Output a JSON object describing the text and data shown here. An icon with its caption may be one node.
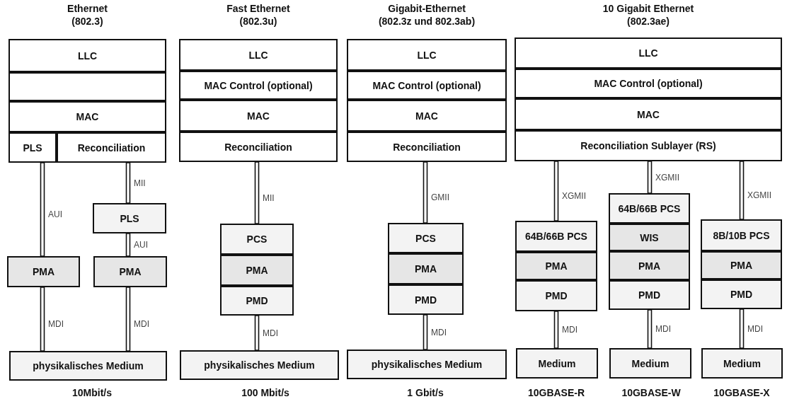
{
  "diagram": {
    "nodes": [
      {
        "text": [
          "Ethernet (802.3)"
        ]
      },
      {
        "text": [
          "LLC"
        ],
        "in": 0
      },
      {
        "text": [],
        "shape": "box",
        "in": 0
      },
      {
        "text": [
          "MAC"
        ],
        "in": 0
      },
      {
        "text": [
          "PLS"
        ],
        "in": 0
      },
      {
        "text": [
          "Reconciliation"
        ],
        "in": 0
      },
      {
        "text": [
          "PLS"
        ]
      },
      {
        "text": [
          "PMA"
        ]
      },
      {
        "text": [
          "PMA"
        ]
      },
      {
        "text": [
          "physikalisches Medium"
        ]
      },
      {
        "text": [
          "Fast Ethernet (802.3u)"
        ]
      },
      {
        "text": [
          "LLC"
        ],
        "in": 10
      },
      {
        "text": [
          "MAC Control (optional)"
        ],
        "in": 10
      },
      {
        "text": [
          "MAC"
        ],
        "in": 10
      },
      {
        "text": [
          "Reconciliation"
        ],
        "in": 10
      },
      {
        "text": [
          "PCS"
        ]
      },
      {
        "text": [
          "PMA"
        ]
      },
      {
        "text": [
          "PMD"
        ]
      },
      {
        "text": [
          "physikalisches Medium"
        ]
      },
      {
        "text": [
          "Gigabit-Ethernet (802.3z und 802.3ab)"
        ]
      },
      {
        "text": [
          "LLC"
        ],
        "in": 19
      },
      {
        "text": [
          "MAC Control (optional)"
        ],
        "in": 19
      },
      {
        "text": [
          "MAC"
        ],
        "in": 19
      },
      {
        "text": [
          "Reconciliation"
        ],
        "in": 19
      },
      {
        "text": [
          "PCS"
        ]
      },
      {
        "text": [
          "PMA"
        ]
      },
      {
        "text": [
          "PMD"
        ]
      },
      {
        "text": [
          "physikalisches Medium"
        ]
      },
      {
        "text": [
          "10 Gigabit Ethernet (802.3ae)"
        ]
      },
      {
        "text": [
          "LLC"
        ],
        "in": 28
      },
      {
        "text": [
          "MAC Control (optional)"
        ],
        "in": 28
      },
      {
        "text": [
          "MAC"
        ],
        "in": 28
      },
      {
        "text": [
          "Reconciliation Sublayer (RS)"
        ],
        "in": 28
      },
      {
        "text": [
          "64B/66B PCS"
        ]
      },
      {
        "text": [
          "PMA"
        ]
      },
      {
        "text": [
          "PMD"
        ]
      },
      {
        "text": [
          "Medium"
        ]
      },
      {
        "text": [
          "64B/66B PCS"
        ]
      },
      {
        "text": [
          "WIS"
        ]
      },
      {
        "text": [
          "PMA"
        ]
      },
      {
        "text": [
          "PMD"
        ]
      },
      {
        "text": [
          "Medium"
        ]
      },
      {
        "text": [
          "8B/10B PCS"
        ]
      },
      {
        "text": [
          "PMA"
        ]
      },
      {
        "text": [
          "PMD"
        ]
      },
      {
        "text": [
          "Medium"
        ]
      }
    ],
    "edges": [
      {
        "from": 4,
        "to": 7,
        "arrow": "none",
        "label": "AUI"
      },
      {
        "from": 5,
        "to": 6,
        "arrow": "none",
        "label": "MII"
      },
      {
        "from": 6,
        "to": 8,
        "arrow": "none",
        "label": "AUI"
      },
      {
        "from": 7,
        "to": 9,
        "arrow": "none",
        "label": "MDI"
      },
      {
        "from": 8,
        "to": 9,
        "arrow": "none",
        "label": "MDI"
      },
      {
        "from": 14,
        "to": 15,
        "arrow": "none",
        "label": "MII"
      },
      {
        "from": 17,
        "to": 18,
        "arrow": "none",
        "label": "MDI"
      },
      {
        "from": 23,
        "to": 24,
        "arrow": "none",
        "label": "GMII"
      },
      {
        "from": 26,
        "to": 27,
        "arrow": "none",
        "label": "MDI"
      },
      {
        "from": 32,
        "to": 33,
        "arrow": "none",
        "label": "XGMII"
      },
      {
        "from": 35,
        "to": 36,
        "arrow": "none",
        "label": "MDI"
      },
      {
        "from": 32,
        "to": 37,
        "arrow": "none",
        "label": "XGMII"
      },
      {
        "from": 40,
        "to": 41,
        "arrow": "none",
        "label": "MDI"
      },
      {
        "from": 32,
        "to": 42,
        "arrow": "none",
        "label": "XGMII"
      },
      {
        "from": 44,
        "to": 45,
        "arrow": "none",
        "label": "MDI"
      }
    ],
    "labels": [
      "10Mbit/s",
      "100 Mbit/s",
      "1 Gbit/s",
      "10GBASE-R",
      "10GBASE-W",
      "10GBASE-X"
    ]
  }
}
